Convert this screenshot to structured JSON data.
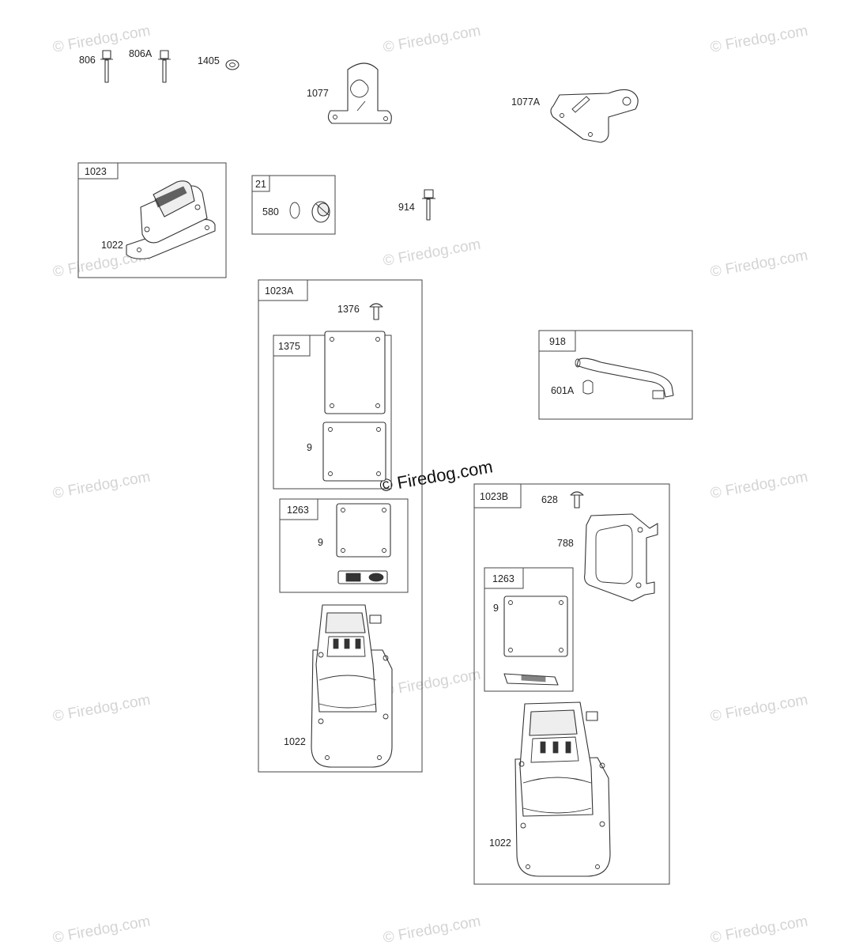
{
  "watermark": {
    "text": "© Firedog.com",
    "center_text": "© Firedog.com"
  },
  "labels": {
    "p806": "806",
    "p806A": "806A",
    "p1405": "1405",
    "p1077": "1077",
    "p1077A": "1077A",
    "p1023": "1023",
    "p1022_a": "1022",
    "p21": "21",
    "p580": "580",
    "p914": "914",
    "p1023A": "1023A",
    "p1376": "1376",
    "p1375": "1375",
    "p9_a": "9",
    "p1263_a": "1263",
    "p9_b": "9",
    "p1022_b": "1022",
    "p918": "918",
    "p601A": "601A",
    "p1023B": "1023B",
    "p628": "628",
    "p788": "788",
    "p1263_b": "1263",
    "p9_c": "9",
    "p1022_c": "1022"
  }
}
